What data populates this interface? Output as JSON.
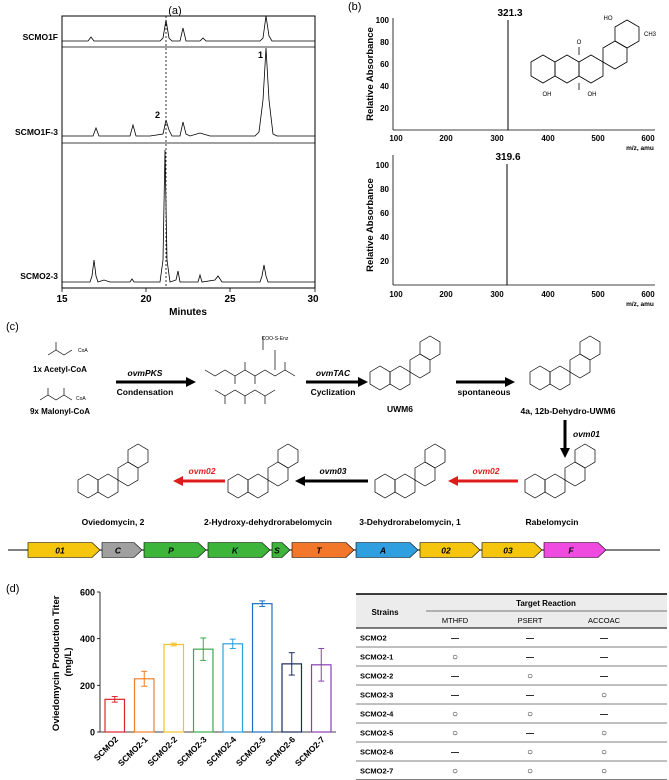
{
  "panel_labels": {
    "a": "(a)",
    "b": "(b)",
    "c": "(c)",
    "d": "(d)"
  },
  "panel_a": {
    "traces": [
      "SCMO1F",
      "SCMO1F-3",
      "SCMO2-3"
    ],
    "peak_labels": [
      "1",
      "2"
    ],
    "x_ticks": [
      "15",
      "20",
      "25",
      "30"
    ],
    "xlabel": "Minutes"
  },
  "panel_b": {
    "top": {
      "peak": "321.3",
      "ylabel": "Relative Absorbance",
      "xlabel": "m/z, amu",
      "y_ticks": [
        "20",
        "40",
        "60",
        "80",
        "100"
      ],
      "x_ticks": [
        "100",
        "200",
        "300",
        "400",
        "500",
        "600"
      ]
    },
    "bottom": {
      "peak": "319.6",
      "ylabel": "Relative Absorbance",
      "xlabel": "m/z, amu",
      "y_ticks": [
        "20",
        "40",
        "60",
        "80",
        "100"
      ],
      "x_ticks": [
        "100",
        "200",
        "300",
        "400",
        "500",
        "600"
      ]
    },
    "struct_labels": {
      "ho": "HO",
      "ch3": "CH3",
      "o": "O",
      "oh1": "OH",
      "oh2": "OH"
    }
  },
  "panel_c": {
    "acetyl": "1x Acetyl-CoA",
    "malonyl": "9x Malonyl-CoA",
    "ovmPKS": "ovmPKS",
    "condensation": "Condensation",
    "ovmTAC": "ovmTAC",
    "cyclization": "Cyclization",
    "spontaneous": "spontaneous",
    "ovm01": "ovm01",
    "ovm02a": "ovm02",
    "ovm03": "ovm03",
    "ovm02b": "ovm02",
    "uwm6": "UWM6",
    "dehydro_uwm6": "4a, 12b-Dehydro-UWM6",
    "rabelomycin": "Rabelomycin",
    "dehydrorabelomycin": "3-Dehydrorabelomycin, 1",
    "hydroxy": "2-Hydroxy-dehydrorabelomycin",
    "oviedomycin": "Oviedomycin, 2",
    "coa_label": "CoA",
    "acp_label": "COO-S-Enz",
    "genes": [
      {
        "label": "01",
        "color": "#f6c60f"
      },
      {
        "label": "C",
        "color": "#a0a0a0"
      },
      {
        "label": "P",
        "color": "#3db53a"
      },
      {
        "label": "K",
        "color": "#3db53a"
      },
      {
        "label": "S",
        "color": "#3db53a"
      },
      {
        "label": "T",
        "color": "#f2772b"
      },
      {
        "label": "A",
        "color": "#2f9fe0"
      },
      {
        "label": "02",
        "color": "#f6c60f"
      },
      {
        "label": "03",
        "color": "#f6c60f"
      },
      {
        "label": "F",
        "color": "#f04be0"
      }
    ]
  },
  "chart_data": {
    "type": "bar",
    "ylabel": "Oviedomycin Production Titer (mg/L)",
    "categories": [
      "SCMO2",
      "SCMO2-1",
      "SCMO2-2",
      "SCMO2-3",
      "SCMO2-4",
      "SCMO2-5",
      "SCMO2-6",
      "SCMO2-7"
    ],
    "values": [
      140,
      228,
      375,
      355,
      378,
      550,
      292,
      288
    ],
    "errors": [
      12,
      32,
      6,
      48,
      20,
      12,
      48,
      70
    ],
    "colors": [
      "#d9262b",
      "#f07f2a",
      "#f4c12a",
      "#3ba94f",
      "#2aa3dc",
      "#1f6fc0",
      "#1a2a5c",
      "#8a3fb5"
    ],
    "ylim": [
      0,
      600
    ],
    "y_ticks": [
      0,
      200,
      400,
      600
    ]
  },
  "table": {
    "header_strains": "Strains",
    "header_target": "Target Reaction",
    "cols": [
      "MTHFD",
      "PSERT",
      "ACCOAC"
    ],
    "rows": [
      {
        "strain": "SCMO2",
        "cells": [
          "—",
          "—",
          "—"
        ]
      },
      {
        "strain": "SCMO2-1",
        "cells": [
          "○",
          "—",
          "—"
        ]
      },
      {
        "strain": "SCMO2-2",
        "cells": [
          "—",
          "○",
          "—"
        ]
      },
      {
        "strain": "SCMO2-3",
        "cells": [
          "—",
          "—",
          "○"
        ]
      },
      {
        "strain": "SCMO2-4",
        "cells": [
          "○",
          "○",
          "—"
        ]
      },
      {
        "strain": "SCMO2-5",
        "cells": [
          "○",
          "—",
          "○"
        ]
      },
      {
        "strain": "SCMO2-6",
        "cells": [
          "—",
          "○",
          "○"
        ]
      },
      {
        "strain": "SCMO2-7",
        "cells": [
          "○",
          "○",
          "○"
        ]
      }
    ]
  }
}
